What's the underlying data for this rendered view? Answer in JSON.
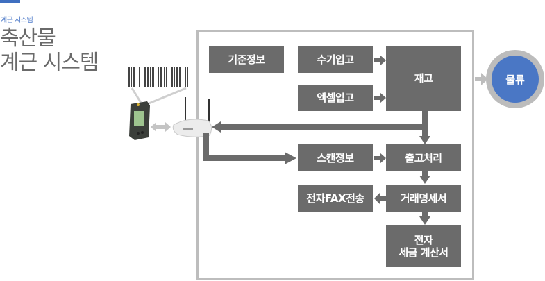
{
  "header": {
    "breadcrumb": "계근 시스템",
    "title_line1": "축산물",
    "title_line2": "계근 시스템"
  },
  "colors": {
    "accent": "#3f6fc0",
    "box": "#6b6b6b",
    "frame": "#bdbdbd",
    "circle": "#4a77c5"
  },
  "devices": {
    "barcode": "barcode-icon",
    "handheld": "handheld-scanner-icon",
    "router": "wireless-router-icon"
  },
  "nodes": {
    "master_data": "기준정보",
    "manual_in": "수기입고",
    "excel_in": "엑셀입고",
    "inventory": "재고",
    "logistics": "물류",
    "scan_info": "스캔정보",
    "shipping": "출고처리",
    "statement": "거래명세서",
    "fax": "전자FAX전송",
    "invoice_line1": "전자",
    "invoice_line2": "세금 계산서"
  }
}
